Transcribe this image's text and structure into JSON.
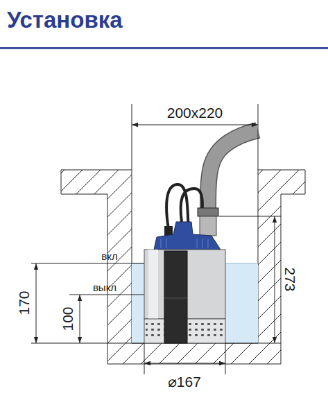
{
  "diagram": {
    "title": "Установка",
    "labels": [
      "200x220",
      "вкл",
      "выкл",
      "170",
      "100",
      "273",
      "⌀167"
    ]
  }
}
